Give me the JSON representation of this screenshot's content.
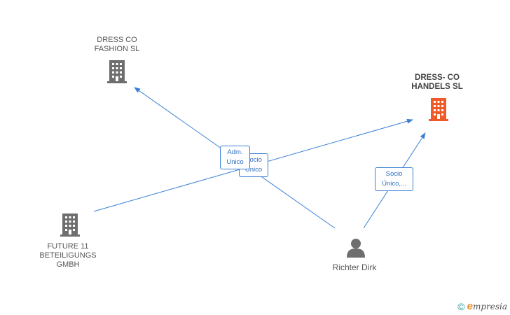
{
  "nodes": {
    "dress_co_fashion": {
      "label": [
        "DRESS CO",
        "FASHION SL"
      ],
      "icon": "building-icon",
      "color": "#6e6e6e"
    },
    "dress_co_handels": {
      "label": [
        "DRESS- CO",
        "HANDELS SL"
      ],
      "icon": "building-icon",
      "color": "#f05a28"
    },
    "future_11": {
      "label": [
        "FUTURE 11",
        "BETEILIGUNGS",
        "GMBH"
      ],
      "icon": "building-icon",
      "color": "#6e6e6e"
    },
    "richter_dirk": {
      "label": [
        "Richter Dirk"
      ],
      "icon": "person-icon",
      "color": "#6e6e6e"
    }
  },
  "relations": {
    "adm_unico": [
      "Adm.",
      "Unico"
    ],
    "socio_unico_1": [
      "Socio",
      "Único"
    ],
    "socio_unico_2": [
      "Socio",
      "Único,..."
    ]
  },
  "edge_color": "#3a7fd4",
  "footer": {
    "copyright": "©",
    "brand_initial": "e",
    "brand_rest": "mpresia"
  }
}
